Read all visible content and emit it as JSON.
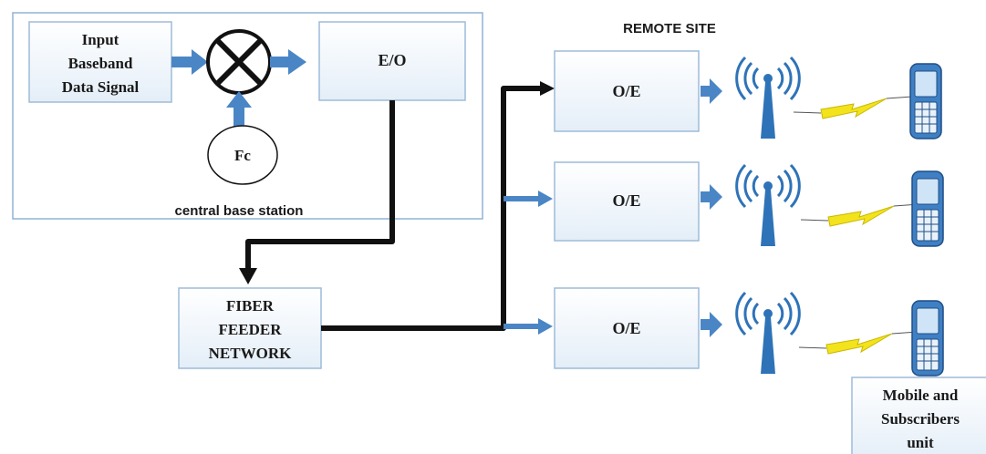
{
  "diagram": {
    "labels": {
      "remote_site": "REMOTE SITE",
      "central_station": "central base station",
      "input_line1": "Input",
      "input_line2": "Baseband",
      "input_line3": "Data Signal",
      "eo": "E/O",
      "fc": "Fc",
      "fiber_line1": "FIBER",
      "fiber_line2": "FEEDER",
      "fiber_line3": "NETWORK",
      "oe_1": "O/E",
      "oe_2": "O/E",
      "oe_3": "O/E",
      "mobile_line1": "Mobile and",
      "mobile_line2": "Subscribers",
      "mobile_line3": "unit"
    },
    "colors": {
      "box_fill": "#eef4fa",
      "box_border": "#9dbcd9",
      "arrow_blue": "#4a86c5",
      "fiber_black": "#111111",
      "antenna_blue": "#2e73b8",
      "lightning_yellow": "#f3e31d",
      "phone_blue": "#3f7fc4"
    },
    "icons": [
      "mixer-icon",
      "antenna-icon",
      "lightning-icon",
      "mobile-phone-icon"
    ]
  }
}
